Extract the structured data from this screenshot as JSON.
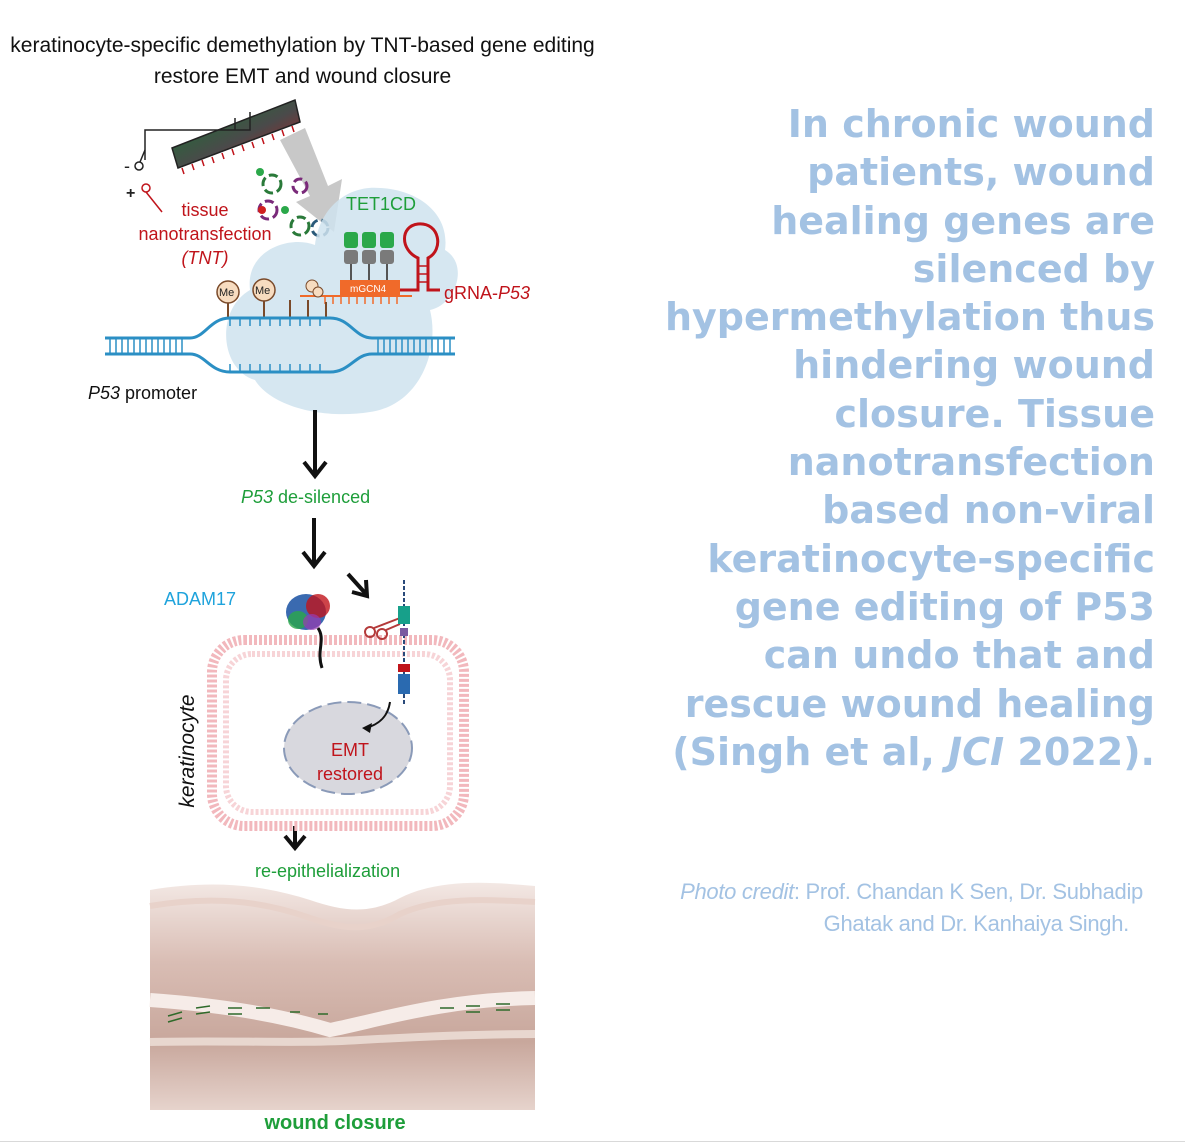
{
  "diagram": {
    "title": "keratinocyte-specific demethylation by TNT-based gene editing restore EMT and wound closure",
    "tnt": {
      "line1": "tissue",
      "line2": "nanotransfection",
      "line3": "(TNT)"
    },
    "tet1cd": "TET1CD",
    "grna_prefix": "gRNA-",
    "grna_gene": "P53",
    "mgcn4": "mGCN4",
    "me": "Me",
    "promoter_gene": "P53",
    "promoter_suffix": " promoter",
    "desilenced_gene": "P53",
    "desilenced_suffix": " de-silenced",
    "adam17": "ADAM17",
    "emt_line1": "EMT",
    "emt_line2": "restored",
    "keratinocyte": "keratinocyte",
    "reepithelialization": "re-epithelialization",
    "wound_closure": "wound closure",
    "electrode_minus": "-",
    "electrode_plus": "+"
  },
  "caption": {
    "text_lines": [
      "In chronic wound",
      "patients, wound",
      "healing genes are",
      "silenced by",
      "hypermethylation thus",
      "hindering wound",
      "closure. Tissue",
      "nanotransfection",
      "based non-viral",
      "keratinocyte-specific",
      "gene editing of P53",
      "can undo that and",
      "rescue wound healing"
    ],
    "last_prefix": "(Singh et al, ",
    "last_journal": "JCI",
    "last_suffix": " 2022).",
    "credit_label": "Photo credit",
    "credit_text": ": Prof. Chandan K Sen, Dr. Subhadip",
    "credit_line2": "Ghatak and Dr. Kanhaiya Singh."
  },
  "colors": {
    "caption": "#a3c2e3",
    "red_label": "#c0141b",
    "green_label": "#1e9e3a",
    "blue_label": "#1fa3dc",
    "dna": "#2b8fc4",
    "cloud": "#cde3ef"
  }
}
